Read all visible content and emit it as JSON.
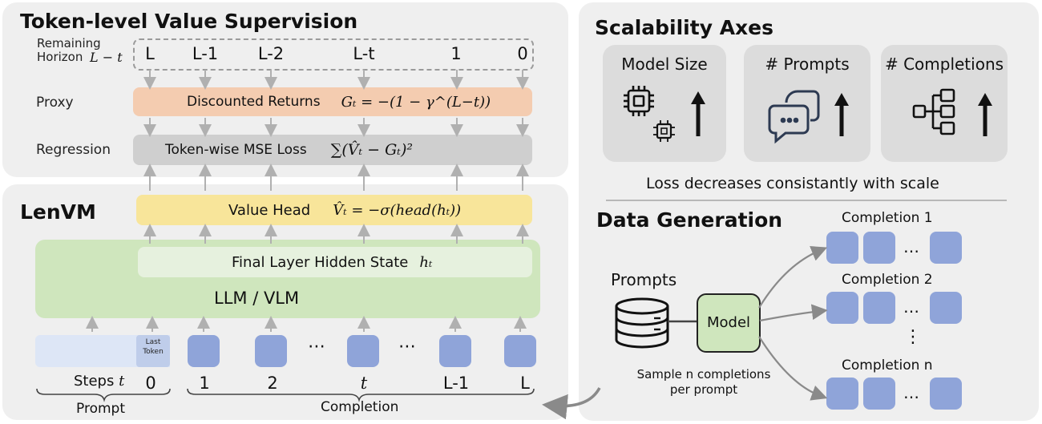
{
  "left_top": {
    "title": "Token-level Value Supervision",
    "remaining_horizon_label": "Remaining\nHorizon",
    "remaining_horizon_math": "L − t",
    "horizon_values": [
      "L",
      "L-1",
      "L-2",
      "L-t",
      "1",
      "0"
    ],
    "proxy_label": "Proxy",
    "proxy_text": "Discounted Returns",
    "proxy_formula": "Gₜ = −(1 − γ^(L−t))",
    "regression_label": "Regression",
    "regression_text": "Token-wise MSE Loss",
    "regression_formula": "∑(V̂ₜ − Gₜ)²"
  },
  "left_bottom": {
    "title": "LenVM",
    "value_head_text": "Value Head",
    "value_head_formula": "V̂ₜ = −σ(head(hₜ))",
    "hidden_state_text": "Final Layer Hidden State",
    "hidden_state_math": "hₜ",
    "model_text": "LLM / VLM",
    "last_token_label": "Last\nToken",
    "ellipsis": "⋯",
    "steps_label": "Steps",
    "steps_math": "t",
    "step_values": [
      "0",
      "1",
      "2",
      "t",
      "L-1",
      "L"
    ],
    "prompt_label": "Prompt",
    "completion_label": "Completion"
  },
  "right": {
    "scalability_title": "Scalability Axes",
    "cards": [
      {
        "label": "Model Size",
        "icon": "chip-icon"
      },
      {
        "label": "# Prompts",
        "icon": "chat-bubbles-icon"
      },
      {
        "label": "# Completions",
        "icon": "tree-icon"
      }
    ],
    "scale_caption": "Loss decreases consistantly with scale",
    "data_gen_title": "Data Generation",
    "prompts_label": "Prompts",
    "model_label": "Model",
    "sample_caption": "Sample n completions\nper prompt",
    "completion_labels": [
      "Completion 1",
      "Completion 2",
      "Completion n"
    ],
    "vertical_ellipsis": "⋮",
    "ellipsis": "…"
  },
  "colors": {
    "panel_bg": "#efefef",
    "proxy_bar": "#f4ccb0",
    "regression_bar": "#cfcfcf",
    "value_head_bar": "#f8e59a",
    "model_block": "#cfe6bd",
    "hidden_state_bar": "#e6f1de",
    "token_blue": "#8fa4d9",
    "prompt_bar": "#dde6f6",
    "card_bg": "#dcdcdc"
  }
}
